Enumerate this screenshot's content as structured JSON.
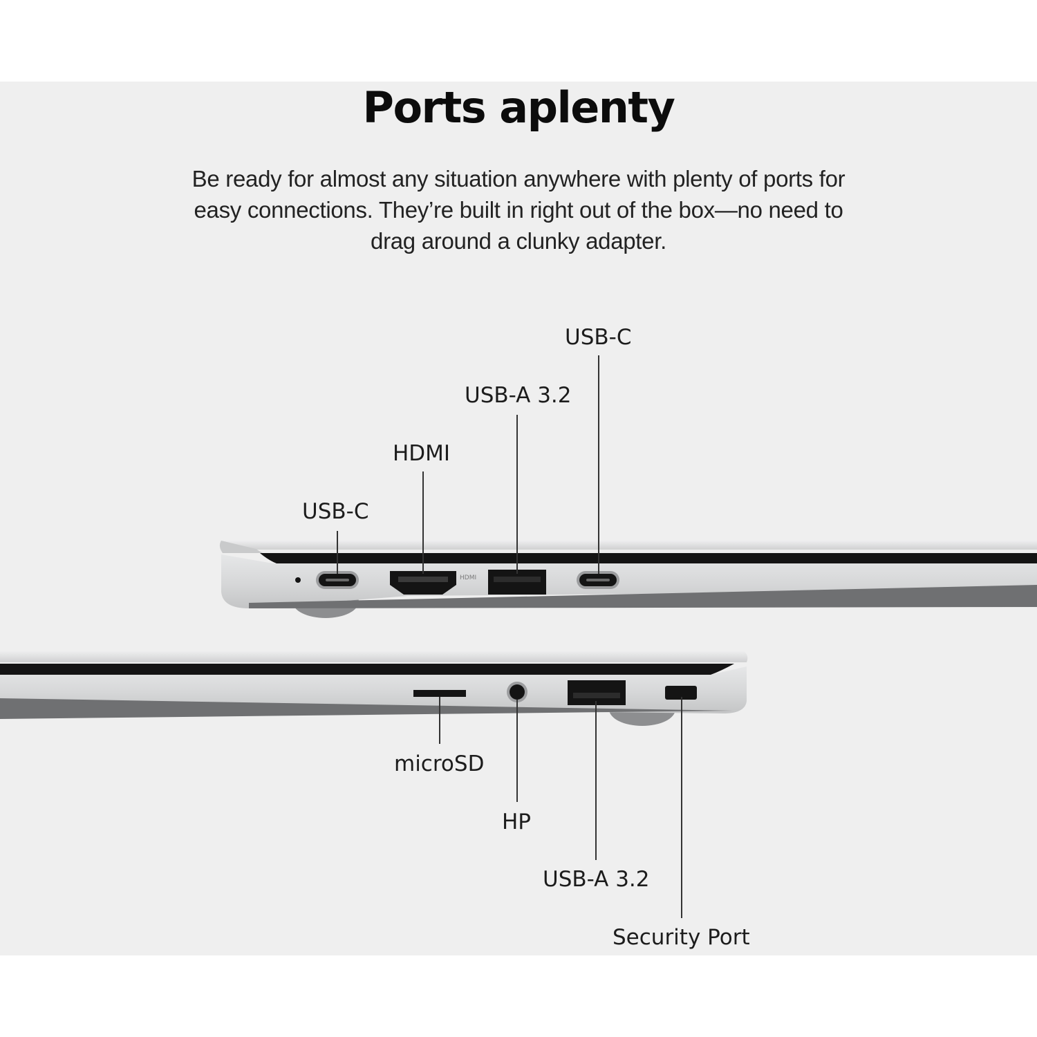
{
  "headline": "Ports aplenty",
  "intro": "Be ready for almost any situation anywhere with plenty of ports for easy connections. They’re built in right out of the box—no need to drag around a clunky adapter.",
  "colors": {
    "banner_background": "#efefef",
    "page_background": "#ffffff",
    "laptop_silver": "#d9dadb",
    "laptop_shadow": "#6f7072",
    "port_black": "#141414",
    "text": "#1c1c1c"
  },
  "left_side": {
    "labels": {
      "usb_c_1": "USB-C",
      "hdmi": "HDMI",
      "usb_a": "USB-A 3.2",
      "usb_c_2": "USB-C"
    },
    "hdmi_engraving": "HDMI"
  },
  "right_side": {
    "labels": {
      "microsd": "microSD",
      "headphone": "HP",
      "usb_a": "USB-A 3.2",
      "security": "Security Port"
    }
  }
}
